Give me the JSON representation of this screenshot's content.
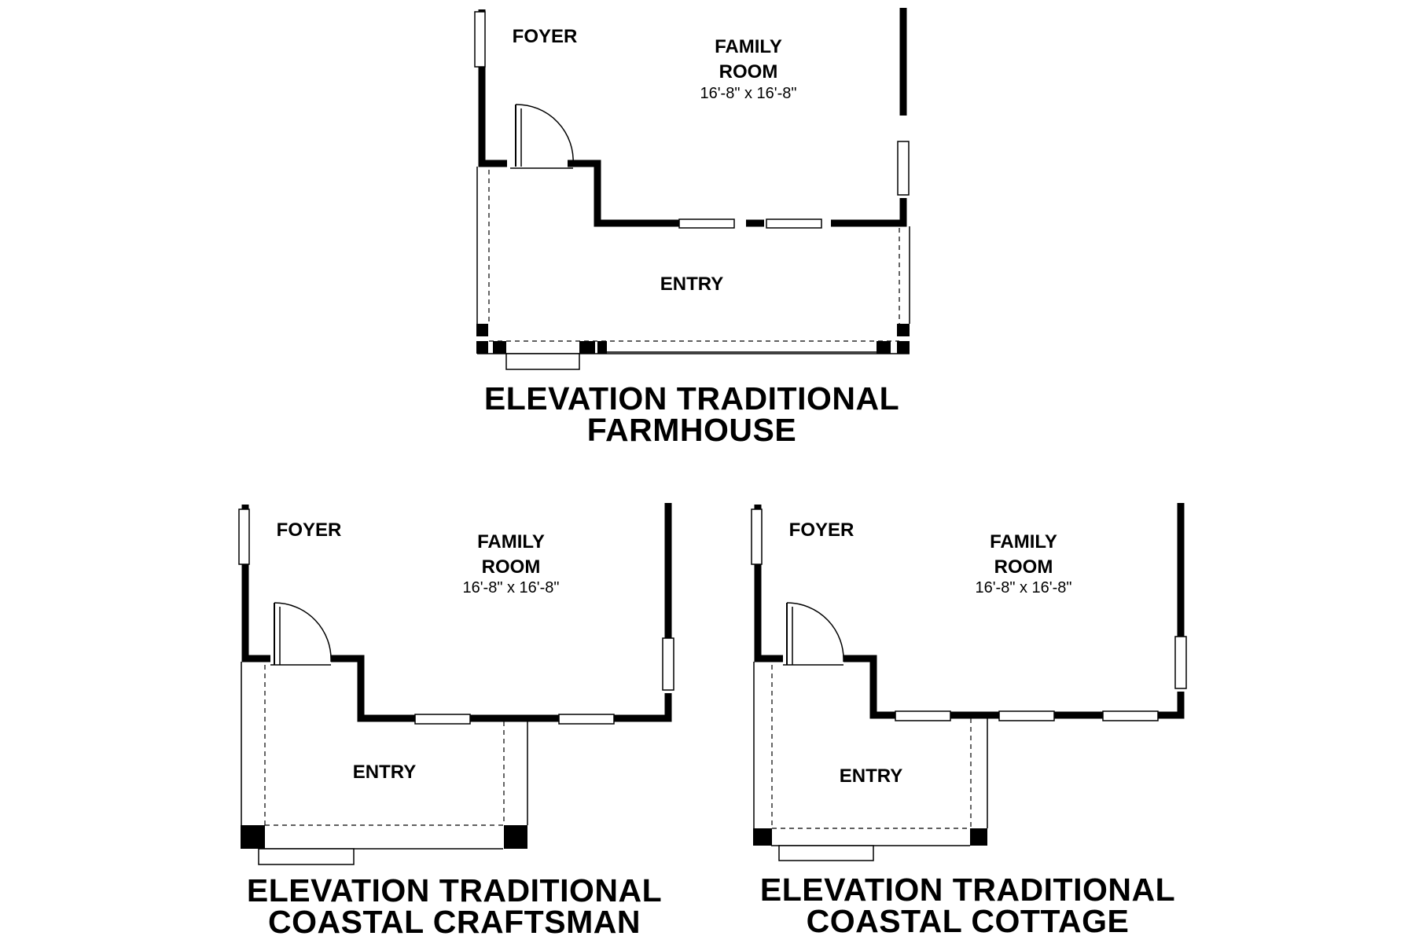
{
  "plans": [
    {
      "id": "farmhouse",
      "foyer": "FOYER",
      "family_room_line1": "FAMILY",
      "family_room_line2": "ROOM",
      "family_room_dims": "16'-8\" x 16'-8\"",
      "entry": "ENTRY",
      "elevation_line1": "ELEVATION TRADITIONAL",
      "elevation_line2": "FARMHOUSE"
    },
    {
      "id": "coastal-craftsman",
      "foyer": "FOYER",
      "family_room_line1": "FAMILY",
      "family_room_line2": "ROOM",
      "family_room_dims": "16'-8\" x 16'-8\"",
      "entry": "ENTRY",
      "elevation_line1": "ELEVATION TRADITIONAL",
      "elevation_line2": "COASTAL CRAFTSMAN"
    },
    {
      "id": "coastal-cottage",
      "foyer": "FOYER",
      "family_room_line1": "FAMILY",
      "family_room_line2": "ROOM",
      "family_room_dims": "16'-8\" x 16'-8\"",
      "entry": "ENTRY",
      "elevation_line1": "ELEVATION TRADITIONAL",
      "elevation_line2": "COASTAL COTTAGE"
    }
  ],
  "colors": {
    "wall": "#000000",
    "background": "#ffffff"
  }
}
